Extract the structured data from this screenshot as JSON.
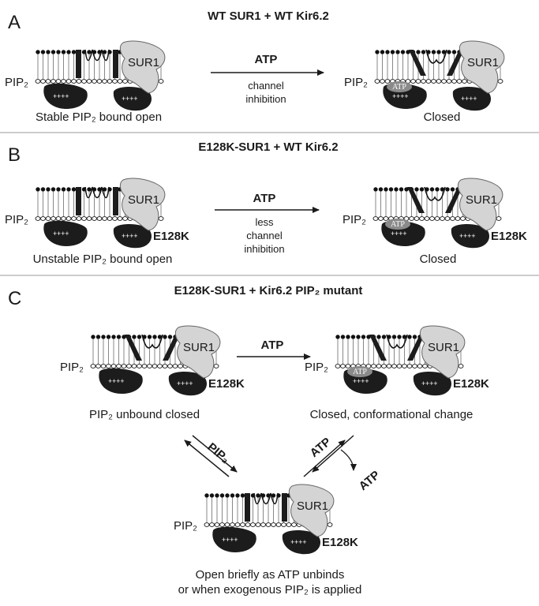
{
  "panels": {
    "A": {
      "letter": "A",
      "title": "WT SUR1 + WT Kir6.2",
      "left_caption": "Stable PIP₂ bound open",
      "right_caption": "Closed",
      "arrow_top": "ATP",
      "arrow_bottom": [
        "channel",
        "inhibition"
      ]
    },
    "B": {
      "letter": "B",
      "title": "E128K-SUR1 + WT Kir6.2",
      "left_caption": "Unstable PIP₂ bound open",
      "right_caption": "Closed",
      "arrow_top": "ATP",
      "arrow_bottom": [
        "less",
        "channel",
        "inhibition"
      ]
    },
    "C": {
      "letter": "C",
      "title": "E128K-SUR1 + Kir6.2 PIP₂ mutant",
      "left_caption": "PIP₂ unbound closed",
      "right_caption": "Closed, conformational change",
      "bottom_caption": [
        "Open briefly as ATP unbinds",
        "or when exogenous PIP₂ is applied"
      ],
      "arrow_top": "ATP",
      "diag_left": "PIP₂",
      "diag_right_a": "ATP",
      "diag_right_b": "ATP"
    }
  },
  "labels": {
    "sur1": "SUR1",
    "pip2": "PIP₂",
    "atp": "ATP",
    "mutation": "E128K",
    "charges": "++++"
  },
  "colors": {
    "sur1_fill": "#d4d4d4",
    "channel_fill": "#1c1c1c",
    "atp_fill": "#8a8a8a",
    "divider": "#9a9a9a"
  }
}
